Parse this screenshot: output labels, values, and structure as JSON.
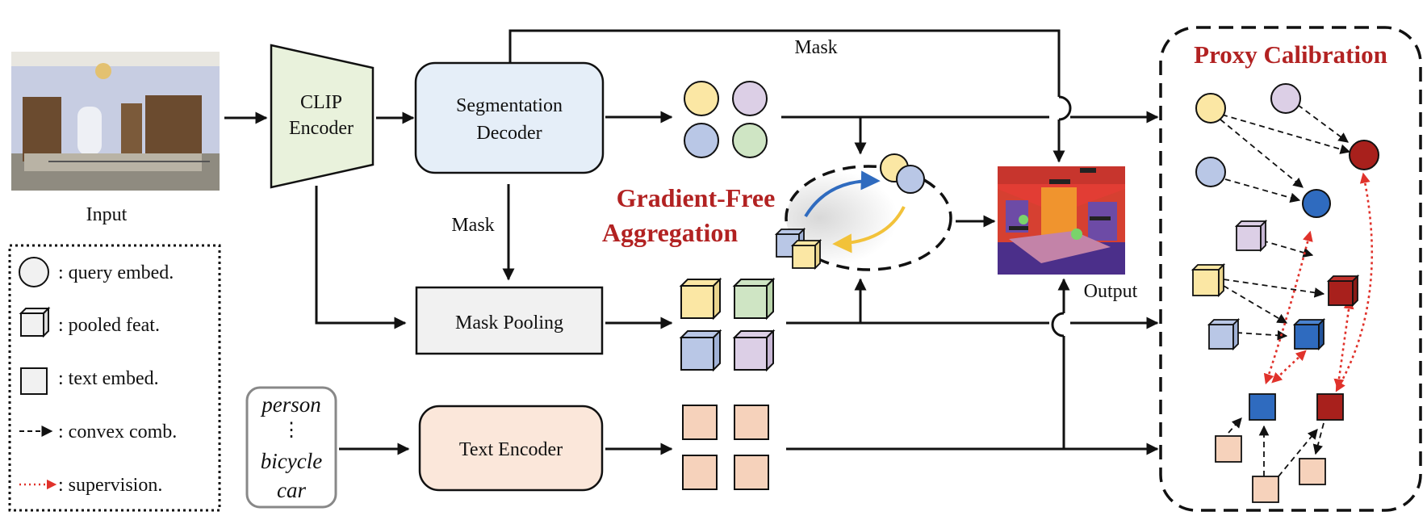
{
  "colors": {
    "yellow": "#fbe7a4",
    "purple": "#dccfe6",
    "blue": "#b9c7e6",
    "green": "#cfe5c4",
    "text_embed": "#f6d2bb",
    "decoder_fill": "#e5eef8",
    "clip_fill": "#e9f2dc",
    "pool_fill": "#f1f1f1",
    "text_encoder_fill": "#fbe7da",
    "accent_red": "#b22222",
    "proxy_blue": "#2f6bbf",
    "proxy_red": "#a8201c",
    "supervision_red": "#e0322b"
  },
  "input": {
    "label": "Input"
  },
  "clip_encoder": {
    "line1": "CLIP",
    "line2": "Encoder"
  },
  "segmentation_decoder": {
    "line1": "Segmentation",
    "line2": "Decoder"
  },
  "mask_pooling": {
    "label": "Mask Pooling"
  },
  "text_encoder": {
    "label": "Text Encoder"
  },
  "arrows": {
    "mask_top": "Mask",
    "mask_mid": "Mask"
  },
  "class_names": {
    "first": "person",
    "ellipsis": "⋮",
    "second": "bicycle",
    "third": "car"
  },
  "aggregation": {
    "line1": "Gradient-Free",
    "line2": "Aggregation"
  },
  "output": {
    "label": "Output"
  },
  "proxy": {
    "title": "Proxy Calibration"
  },
  "legend": {
    "items": [
      {
        "symbol": "circle-icon",
        "text": ": query embed."
      },
      {
        "symbol": "cube-icon",
        "text": ": pooled feat."
      },
      {
        "symbol": "square-icon",
        "text": ": text embed."
      },
      {
        "symbol": "dashed-arrow-icon",
        "text": ": convex comb."
      },
      {
        "symbol": "dotted-red-arrow-icon",
        "text": ": supervision."
      }
    ]
  }
}
